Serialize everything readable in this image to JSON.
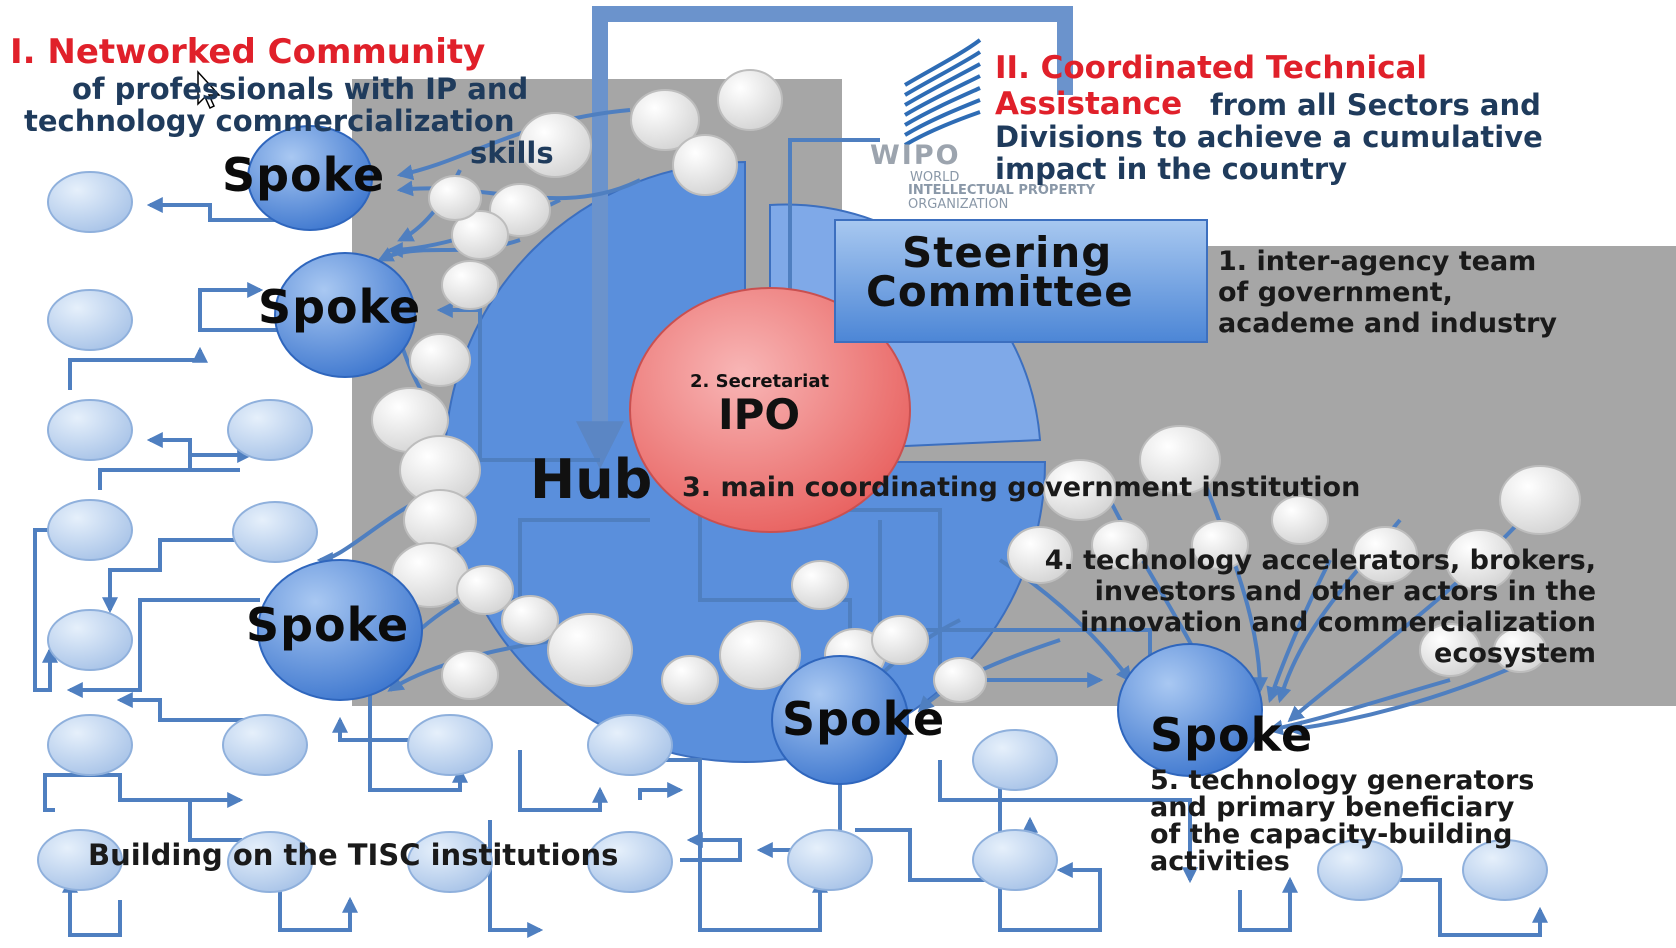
{
  "colors": {
    "gray_panel": "#a6a6a6",
    "hub_blue": "#5a8fdc",
    "ipo_red": "#f07e7e",
    "bubble_gray": "#e8e8e8",
    "bubble_blue": "#bcd3ef",
    "arrow_blue": "#4f7fc0",
    "title_red": "#e0202a",
    "title_navy": "#1f3b5c"
  },
  "section1": {
    "title": "I. Networked Community",
    "line1": "of professionals with IP and",
    "line2": "technology commercialization",
    "line3": "skills"
  },
  "section2": {
    "title_part1": "II. Coordinated Technical",
    "title_part2": "Assistance",
    "rest1": "from all Sectors and",
    "rest2": "Divisions to achieve a cumulative",
    "rest3": "impact in the country"
  },
  "wipo_logo": {
    "acronym": "WIPO",
    "line1": "WORLD",
    "line2": "INTELLECTUAL PROPERTY",
    "line3": "ORGANIZATION",
    "icon": "wipo-logo-icon"
  },
  "steering": {
    "line1": "Steering",
    "line2": "Committee",
    "note1": "1. inter-agency team",
    "note2": "of government,",
    "note3": "academe and industry"
  },
  "ipo": {
    "secretariat": "2. Secretariat",
    "label": "IPO"
  },
  "hub": {
    "label": "Hub",
    "desc": "3. main coordinating  government institution"
  },
  "spokes": {
    "label": "Spoke"
  },
  "note4": {
    "line1": "4. technology accelerators, brokers,",
    "line2": "investors and other actors in the",
    "line3": "innovation and commercialization",
    "line4": "ecosystem"
  },
  "note5": {
    "line1": "5. technology generators",
    "line2": "and primary beneficiary",
    "line3": "of the capacity-building",
    "line4": "activities"
  },
  "tisc": {
    "label": "Building on the  TISC institutions"
  },
  "cursor": {
    "icon": "mouse-pointer-icon"
  }
}
